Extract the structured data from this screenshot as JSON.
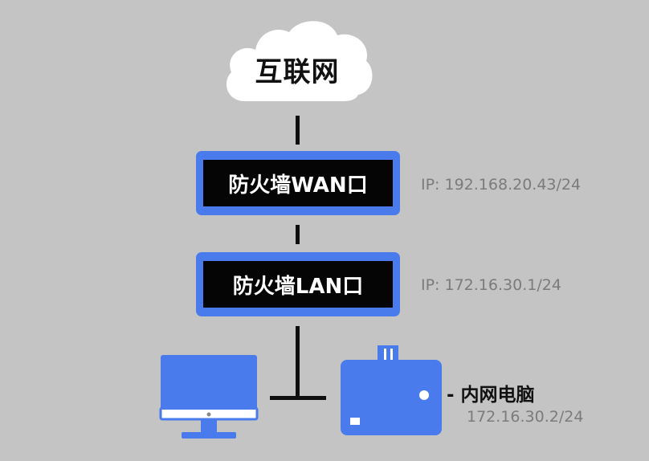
{
  "cloud": {
    "label": "互联网",
    "icon": "cloud-icon"
  },
  "firewall_wan": {
    "label": "防火墙WAN口",
    "ip": "IP: 192.168.20.43/24"
  },
  "firewall_lan": {
    "label": "防火墙LAN口",
    "ip": "IP: 172.16.30.1/24"
  },
  "pc": {
    "label": "- 内网电脑",
    "ip": "172.16.30.2/24",
    "icons": [
      "monitor-icon",
      "computer-case-icon"
    ]
  },
  "colors": {
    "background": "#c4c4c4",
    "accent": "#4a7bec",
    "box_fill": "#050505",
    "muted_text": "#7b7b7b"
  }
}
